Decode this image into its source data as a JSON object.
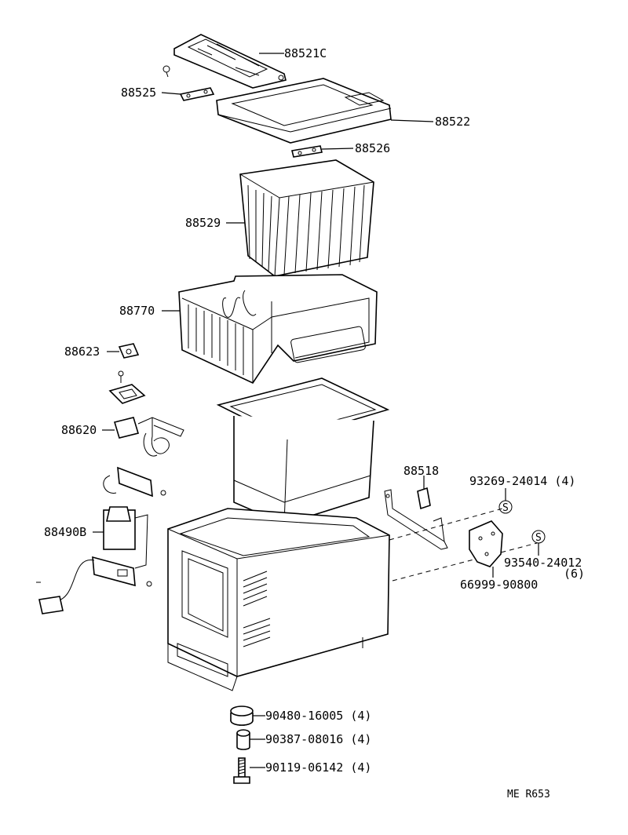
{
  "parts": {
    "p88521C": "88521C",
    "p88525": "88525",
    "p88522": "88522",
    "p88526": "88526",
    "p88529": "88529",
    "p88770": "88770",
    "p88623": "88623",
    "p88620": "88620",
    "p88518": "88518",
    "p93269": "93269-24014 (4)",
    "p88490B": "88490B",
    "p93540": "93540-24012",
    "p93540qty": "(6)",
    "p66999": "66999-90800",
    "p90480": "90480-16005 (4)",
    "p90387": "90387-08016 (4)",
    "p90119": "90119-06142 (4)"
  },
  "symbols": {
    "s1": "S",
    "s2": "S"
  },
  "footer": {
    "code": "ME R653"
  }
}
